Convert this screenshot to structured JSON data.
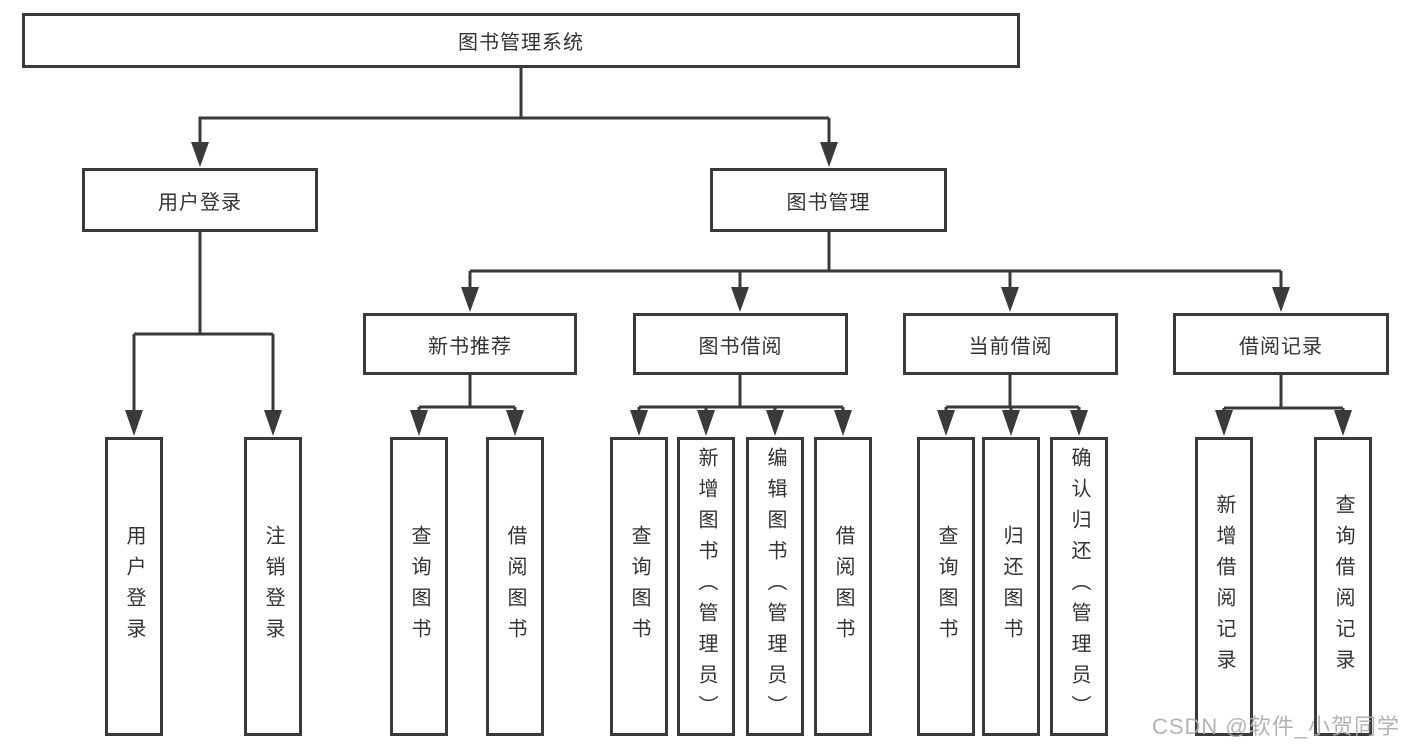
{
  "diagram": {
    "root": {
      "label": "图书管理系统"
    },
    "branches": [
      {
        "label": "用户登录",
        "children": [
          {
            "label": "用户登录"
          },
          {
            "label": "注销登录"
          }
        ]
      },
      {
        "label": "图书管理",
        "children": [
          {
            "label": "新书推荐",
            "children": [
              {
                "label": "查询图书"
              },
              {
                "label": "借阅图书"
              }
            ]
          },
          {
            "label": "图书借阅",
            "children": [
              {
                "label": "查询图书"
              },
              {
                "label": "新增图书（管理员）"
              },
              {
                "label": "编辑图书（管理员）"
              },
              {
                "label": "借阅图书"
              }
            ]
          },
          {
            "label": "当前借阅",
            "children": [
              {
                "label": "查询图书"
              },
              {
                "label": "归还图书"
              },
              {
                "label": "确认归还（管理员）"
              }
            ]
          },
          {
            "label": "借阅记录",
            "children": [
              {
                "label": "新增借阅记录"
              },
              {
                "label": "查询借阅记录"
              }
            ]
          }
        ]
      }
    ]
  },
  "watermark": {
    "text": "CSDN @软件_小贺同学"
  },
  "colors": {
    "line": "#3a3a3a",
    "border": "#3a3a3a",
    "text": "#333333",
    "background": "#ffffff",
    "watermark": "#adadad"
  }
}
